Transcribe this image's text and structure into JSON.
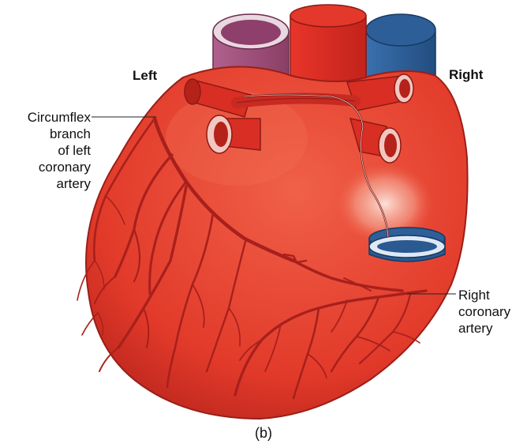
{
  "labels": {
    "left": "Left",
    "right": "Right",
    "circumflex": [
      "Circumflex",
      "branch",
      "of left",
      "coronary",
      "artery"
    ],
    "right_coronary": [
      "Right",
      "coronary",
      "artery"
    ],
    "caption": "(b)"
  },
  "colors": {
    "heart": "#e8412f",
    "heart_dark": "#a8201c",
    "artery_vessel": "#b81f1a",
    "pulmonary_vein_blue": "#2f5f98",
    "superior_vessel_purple": "#9a4a74",
    "leader_line": "#222222"
  }
}
